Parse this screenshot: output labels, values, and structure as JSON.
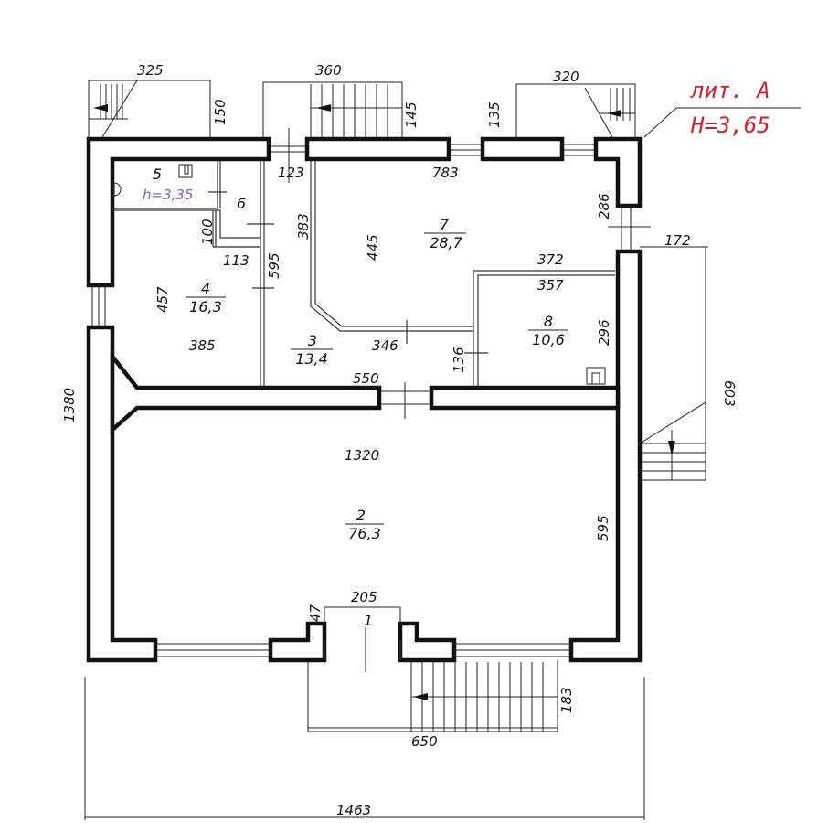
{
  "header": {
    "lit_label": "лит. А",
    "height_label": "H=3,65"
  },
  "rooms": [
    {
      "number": "1",
      "area": ""
    },
    {
      "number": "2",
      "area": "76,3"
    },
    {
      "number": "3",
      "area": "13,4"
    },
    {
      "number": "4",
      "area": "16,3"
    },
    {
      "number": "5",
      "area": ""
    },
    {
      "number": "6",
      "area": ""
    },
    {
      "number": "7",
      "area": "28,7"
    },
    {
      "number": "8",
      "area": "10,6"
    }
  ],
  "room_height_note": "h=3,35",
  "dimensions": {
    "top_stair_left_width": "325",
    "top_stair_left_depth": "150",
    "top_stair_mid_width": "360",
    "top_stair_mid_depth": "145",
    "top_stair_right_width": "320",
    "top_stair_right_depth": "135",
    "top_opening": "123",
    "room7_width": "783",
    "right_window": "286",
    "room7_depth": "445",
    "room3_depth": "383",
    "room4_wall": "100",
    "room4_width": "113",
    "room3_len": "595",
    "room4_depth": "457",
    "room4_width_b": "385",
    "room8_top": "372",
    "room8_width": "357",
    "room8_depth": "296",
    "right_ext": "172",
    "right_stair_len": "603",
    "room3_width": "346",
    "room3_side": "136",
    "hall_top": "550",
    "hall_width": "1320",
    "hall_depth": "595",
    "overall_height": "1380",
    "entry_width": "205",
    "entry_depth": "47",
    "front_stair_width": "650",
    "front_stair_depth": "183",
    "overall_width": "1463"
  }
}
